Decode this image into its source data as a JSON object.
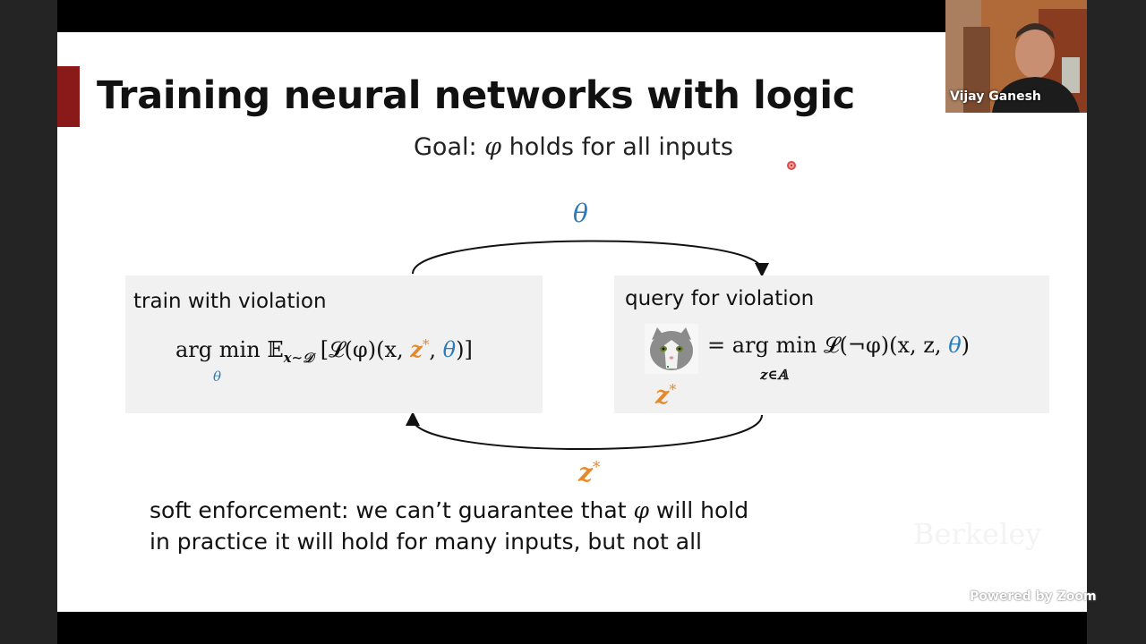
{
  "slide": {
    "title": "Training neural networks with logic",
    "goal_prefix": "Goal: ",
    "goal_phi": "φ",
    "goal_suffix": " holds for all inputs",
    "theta_top": "θ",
    "z_bottom": "z",
    "z_star_sup": "*",
    "left_box": {
      "title": "train with violation",
      "argmin": "arg min",
      "sub_theta": "θ",
      "expect": "𝔼",
      "expect_sub": "x∼𝒟",
      "bracket_open": "[𝓛(φ)(x, ",
      "z": "z",
      "star": "*",
      "comma": ", ",
      "theta": "θ",
      "bracket_close": ")]"
    },
    "right_box": {
      "title": "query for violation",
      "eq_argmin": "= arg min 𝓛(¬φ)(x, z, ",
      "theta": "θ",
      "close": ")",
      "sub": "z∈𝔸",
      "z_label": "z",
      "z_star": "*"
    },
    "note_line1_prefix": "soft enforcement: we can’t guarantee that ",
    "note_phi": "φ",
    "note_line1_suffix": " will hold",
    "note_line2": "in practice it will hold for many inputs, but not all"
  },
  "video": {
    "participant_name": "Vijay Ganesh"
  },
  "watermark": "Berkeley",
  "zoom_brand": "Powered by Zoom",
  "colors": {
    "accent": "#8a1a1a",
    "blue": "#2b7bb9",
    "orange": "#e58a2a"
  }
}
